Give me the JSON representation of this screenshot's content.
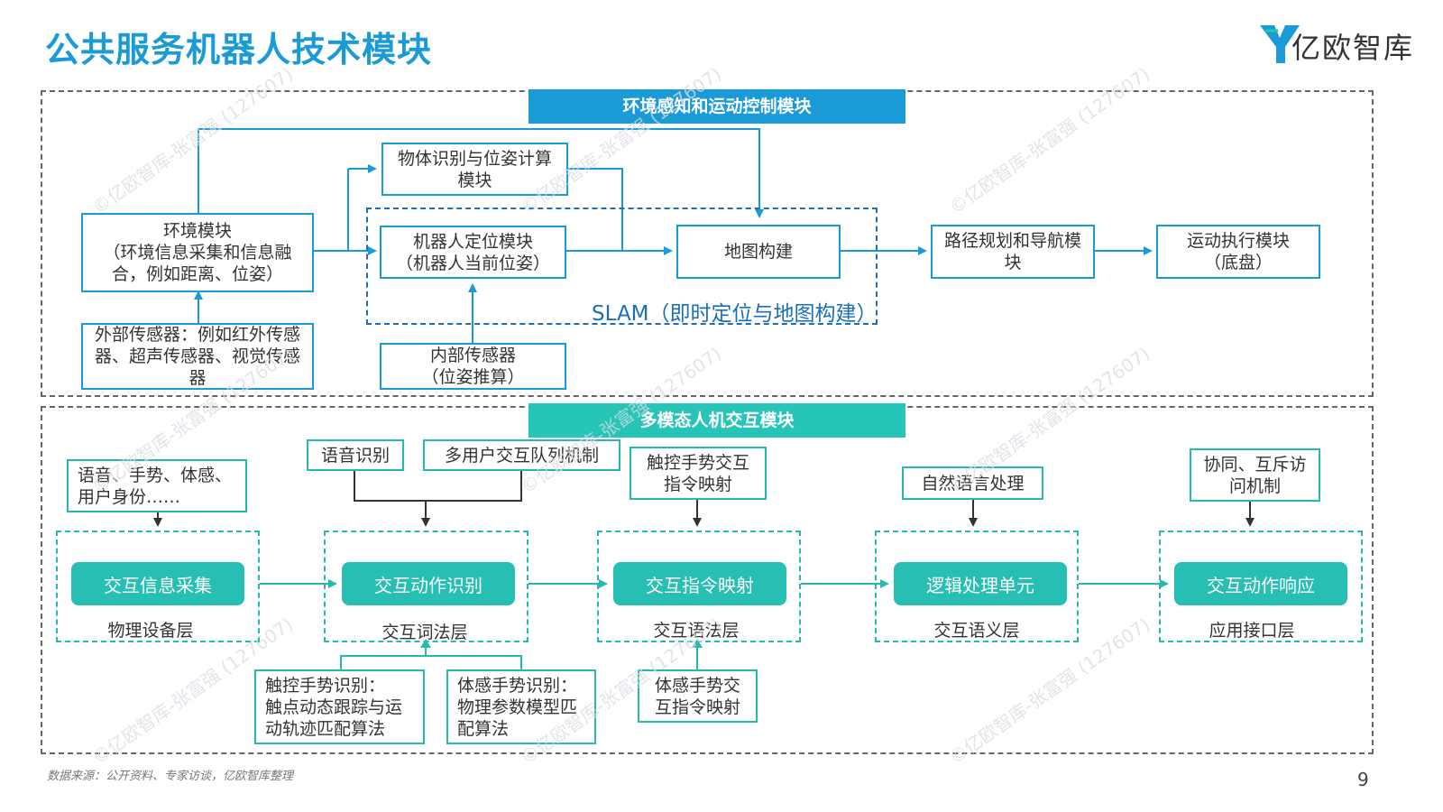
{
  "title": "公共服务机器人技术模块",
  "logo": {
    "name": "亿欧智库",
    "icon": "yiou-logo-icon"
  },
  "watermark": "©亿欧智库-张富强 (127607)",
  "top_section": {
    "banner": "环境感知和运动控制模块",
    "env_module": "环境模块\n（环境信息采集和信息融合，例如距离、位姿）",
    "external_sensor": "外部传感器：例如红外传感器、超声传感器、视觉传感器",
    "object_recognition": "物体识别与位姿计算\n模块",
    "robot_localization": "机器人定位模块\n（机器人当前位姿）",
    "internal_sensor": "内部传感器\n（位姿推算）",
    "map_building": "地图构建",
    "slam_label": "SLAM（即时定位与地图构建）",
    "path_planning": "路径规划和导航模\n块",
    "motion_exec": "运动执行模块\n（底盘）"
  },
  "bottom_section": {
    "banner": "多模态人机交互模块",
    "stages": [
      {
        "pill": "交互信息采集",
        "layer": "物理设备层",
        "input": "语音、手势、体感、\n用户身份……"
      },
      {
        "pill": "交互动作识别",
        "layer": "交互词法层",
        "input_a": "语音识别",
        "input_b": "多用户交互队列机制",
        "sub_a": "触控手势识别：\n触点动态跟踪与运\n动轨迹匹配算法",
        "sub_b": "体感手势识别：\n物理参数模型匹\n配算法"
      },
      {
        "pill": "交互指令映射",
        "layer": "交互语法层",
        "input": "触控手势交互\n指令映射",
        "sub": "体感手势交\n互指令映射"
      },
      {
        "pill": "逻辑处理单元",
        "layer": "交互语义层",
        "input": "自然语言处理"
      },
      {
        "pill": "交互动作响应",
        "layer": "应用接口层",
        "input": "协同、互斥访\n问机制"
      }
    ]
  },
  "source": "数据来源：公开资料、专家访谈，亿欧智库整理",
  "page_number": "9",
  "colors": {
    "title": "#1a9ad6",
    "banner_top": "#1a9ad6",
    "banner_bottom": "#27c4b8",
    "box_blue": "#1a9ad6",
    "box_green": "#27b9ad",
    "pill": "#27bfb3"
  }
}
